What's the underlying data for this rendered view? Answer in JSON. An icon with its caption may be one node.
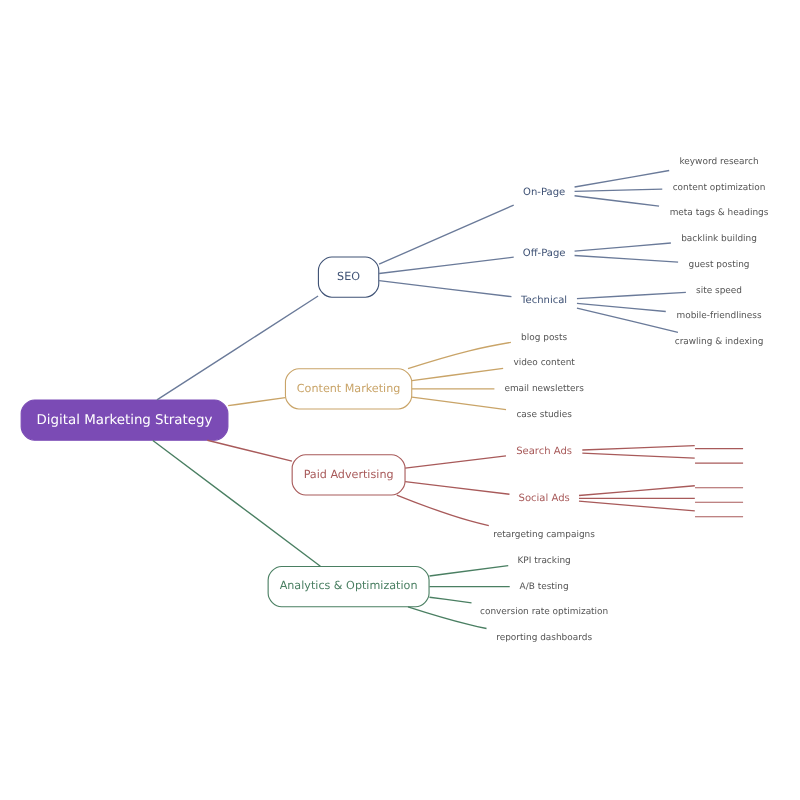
{
  "diagram": {
    "nodes": [
      {
        "text": [
          "Digital Marketing Strategy"
        ]
      },
      {
        "text": [
          "SEO"
        ]
      },
      {
        "text": [
          "On-Page"
        ]
      },
      {
        "text": [
          "keyword research"
        ]
      },
      {
        "text": [
          "content optimization"
        ]
      },
      {
        "text": [
          "meta tags & headings"
        ]
      },
      {
        "text": [
          "Off-Page"
        ]
      },
      {
        "text": [
          "backlink building"
        ]
      },
      {
        "text": [
          "guest posting"
        ]
      },
      {
        "text": [
          "Technical"
        ]
      },
      {
        "text": [
          "site speed"
        ]
      },
      {
        "text": [
          "mobile-friendliness"
        ]
      },
      {
        "text": [
          "crawling & indexing"
        ]
      },
      {
        "text": [
          "Content Marketing"
        ]
      },
      {
        "text": [
          "blog posts"
        ]
      },
      {
        "text": [
          "video content"
        ]
      },
      {
        "text": [
          "email newsletters"
        ]
      },
      {
        "text": [
          "case studies"
        ]
      },
      {
        "text": [
          "Paid Advertising"
        ]
      },
      {
        "text": [
          "Search Ads"
        ]
      },
      {
        "text": [],
        "shape": "line"
      },
      {
        "text": [],
        "shape": "line"
      },
      {
        "text": [
          "Social Ads"
        ]
      },
      {
        "text": [],
        "shape": "line"
      },
      {
        "text": [],
        "shape": "line"
      },
      {
        "text": [],
        "shape": "line"
      },
      {
        "text": [
          "retargeting campaigns"
        ]
      },
      {
        "text": [
          "Analytics & Optimization"
        ]
      },
      {
        "text": [
          "KPI tracking"
        ]
      },
      {
        "text": [
          "A/B testing"
        ]
      },
      {
        "text": [
          "conversion rate optimization"
        ]
      },
      {
        "text": [
          "reporting dashboards"
        ]
      }
    ],
    "edges": [
      {
        "from": 0,
        "to": 1,
        "arrow": "none"
      },
      {
        "from": 1,
        "to": 2,
        "arrow": "none"
      },
      {
        "from": 2,
        "to": 3,
        "arrow": "none"
      },
      {
        "from": 2,
        "to": 4,
        "arrow": "none"
      },
      {
        "from": 2,
        "to": 5,
        "arrow": "none"
      },
      {
        "from": 1,
        "to": 6,
        "arrow": "none"
      },
      {
        "from": 6,
        "to": 7,
        "arrow": "none"
      },
      {
        "from": 6,
        "to": 8,
        "arrow": "none"
      },
      {
        "from": 1,
        "to": 9,
        "arrow": "none"
      },
      {
        "from": 9,
        "to": 10,
        "arrow": "none"
      },
      {
        "from": 9,
        "to": 11,
        "arrow": "none"
      },
      {
        "from": 9,
        "to": 12,
        "arrow": "none"
      },
      {
        "from": 0,
        "to": 13,
        "arrow": "none",
        "color": "#c9a468"
      },
      {
        "from": 13,
        "to": 14,
        "arrow": "none",
        "color": "#c9a468"
      },
      {
        "from": 13,
        "to": 15,
        "arrow": "none",
        "color": "#c9a468"
      },
      {
        "from": 13,
        "to": 16,
        "arrow": "none",
        "color": "#c9a468"
      },
      {
        "from": 13,
        "to": 17,
        "arrow": "none",
        "color": "#c9a468"
      },
      {
        "from": 0,
        "to": 18,
        "arrow": "none",
        "color": "#a85a5a"
      },
      {
        "from": 18,
        "to": 19,
        "arrow": "none",
        "color": "#a85a5a"
      },
      {
        "from": 19,
        "to": 20,
        "arrow": "none",
        "color": "#a85a5a"
      },
      {
        "from": 19,
        "to": 21,
        "arrow": "none",
        "color": "#a85a5a"
      },
      {
        "from": 18,
        "to": 22,
        "arrow": "none",
        "color": "#a85a5a"
      },
      {
        "from": 22,
        "to": 23,
        "arrow": "none",
        "color": "#a85a5a"
      },
      {
        "from": 22,
        "to": 24,
        "arrow": "none",
        "color": "#a85a5a"
      },
      {
        "from": 22,
        "to": 25,
        "arrow": "none",
        "color": "#a85a5a"
      },
      {
        "from": 18,
        "to": 26,
        "arrow": "none",
        "color": "#a85a5a"
      },
      {
        "from": 0,
        "to": 27,
        "arrow": "none",
        "color": "#4a7f62"
      },
      {
        "from": 27,
        "to": 28,
        "arrow": "none",
        "color": "#4a7f62"
      },
      {
        "from": 27,
        "to": 29,
        "arrow": "none",
        "color": "#4a7f62"
      },
      {
        "from": 27,
        "to": 30,
        "arrow": "none",
        "color": "#4a7f62"
      },
      {
        "from": 27,
        "to": 31,
        "arrow": "none",
        "color": "#4a7f62"
      }
    ]
  }
}
